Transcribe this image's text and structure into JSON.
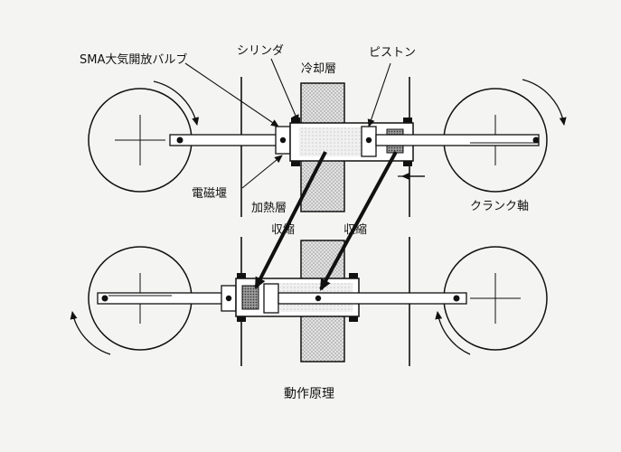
{
  "labels": {
    "sma_valve": "SMA大気開放バルブ",
    "cylinder": "シリンダ",
    "cooling_layer": "冷却層",
    "piston": "ピストン",
    "electromagnetic_dam": "電磁堰",
    "heating_layer": "加熱層",
    "crank_shaft": "クランク軸",
    "contraction_1": "収縮",
    "contraction_2": "収縮"
  },
  "caption": "動作原理",
  "colors": {
    "ink": "#111111",
    "paper": "#f4f4f2",
    "stipple_light": "#cfcfcf",
    "stipple_dark": "#8a8a8a"
  }
}
